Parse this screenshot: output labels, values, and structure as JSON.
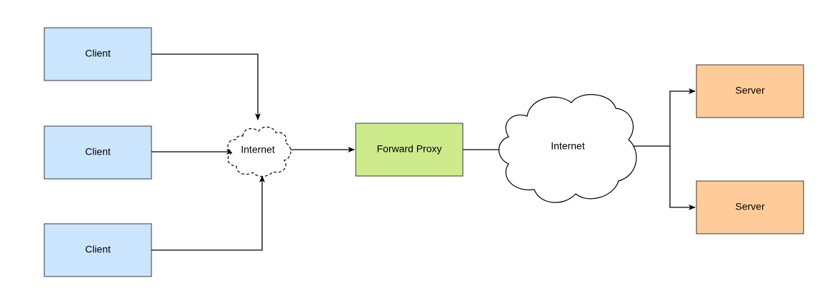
{
  "nodes": {
    "client_1": {
      "label": "Client"
    },
    "client_2": {
      "label": "Client"
    },
    "client_3": {
      "label": "Client"
    },
    "internet_local": {
      "label": "Internet"
    },
    "forward_proxy": {
      "label": "Forward Proxy"
    },
    "internet_public": {
      "label": "Internet"
    },
    "server_1": {
      "label": "Server"
    },
    "server_2": {
      "label": "Server"
    }
  },
  "colors": {
    "client_fill": "#cce5ff",
    "client_stroke": "#36393d",
    "proxy_fill": "#cdeb8b",
    "proxy_stroke": "#36393d",
    "server_fill": "#ffcc99",
    "server_stroke": "#36393d",
    "cloud_fill": "#ffffff",
    "cloud_stroke": "#000000",
    "edge": "#000000"
  }
}
